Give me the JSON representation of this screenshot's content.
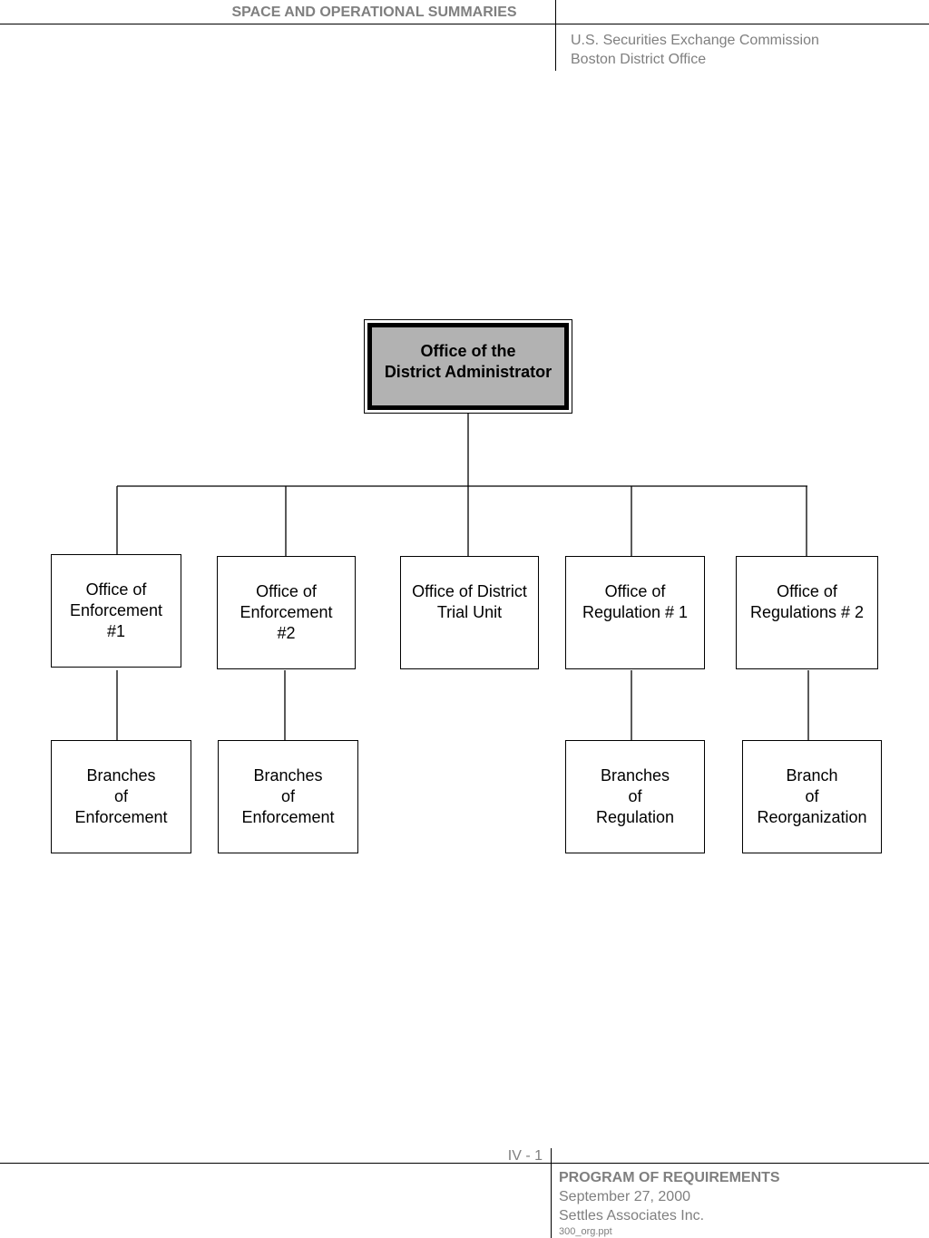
{
  "header": {
    "section_title": "SPACE AND OPERATIONAL SUMMARIES",
    "organization": "U.S. Securities Exchange Commission",
    "office": "Boston District Office"
  },
  "org_chart": {
    "root": "Office of the\nDistrict Administrator",
    "offices": [
      "Office of\nEnforcement\n#1",
      "Office of\nEnforcement\n#2",
      "Office of District\nTrial Unit",
      "Office of\nRegulation # 1",
      "Office of\nRegulations # 2"
    ],
    "branches": [
      "Branches\nof\nEnforcement",
      "Branches\nof\nEnforcement",
      "Branches\nof\nRegulation",
      "Branch\nof\nReorganization"
    ]
  },
  "footer": {
    "page_number": "IV - 1",
    "program": "PROGRAM OF REQUIREMENTS",
    "date": "September 27, 2000",
    "company": "Settles Associates Inc.",
    "file": "300_org.ppt"
  }
}
